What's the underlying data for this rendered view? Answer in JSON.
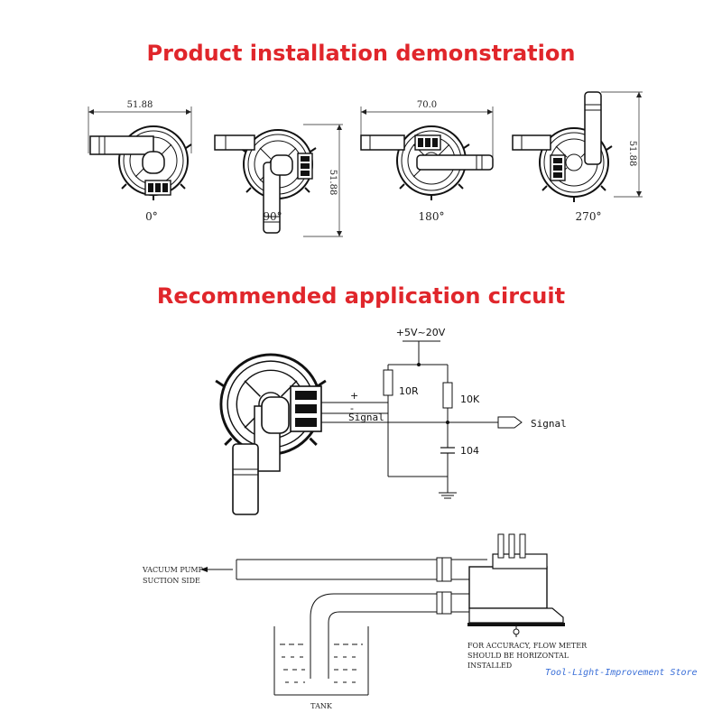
{
  "titles": {
    "install": "Product installation demonstration",
    "circuit": "Recommended application circuit"
  },
  "dimensions": {
    "d0": "51.88",
    "d90": "51.88",
    "d180": "70.0",
    "d270": "51.88"
  },
  "angles": [
    "0°",
    "90°",
    "180°",
    "270°"
  ],
  "circuit": {
    "supply": "+5V~20V",
    "r1": "10R",
    "r2": "10K",
    "cap": "104",
    "plus": "+",
    "minus": "-",
    "signal_wire": "Signal",
    "signal_out": "Signal"
  },
  "pump_diagram": {
    "vacuum_line1": "VACUUM PUMP",
    "vacuum_line2": "SUCTION SIDE",
    "note_line1": "FOR ACCURACY, FLOW METER",
    "note_line2": "SHOULD BE HORIZONTAL",
    "note_line3": "INSTALLED",
    "tank": "TANK"
  },
  "watermark": "Tool-Light-Improvement Store"
}
